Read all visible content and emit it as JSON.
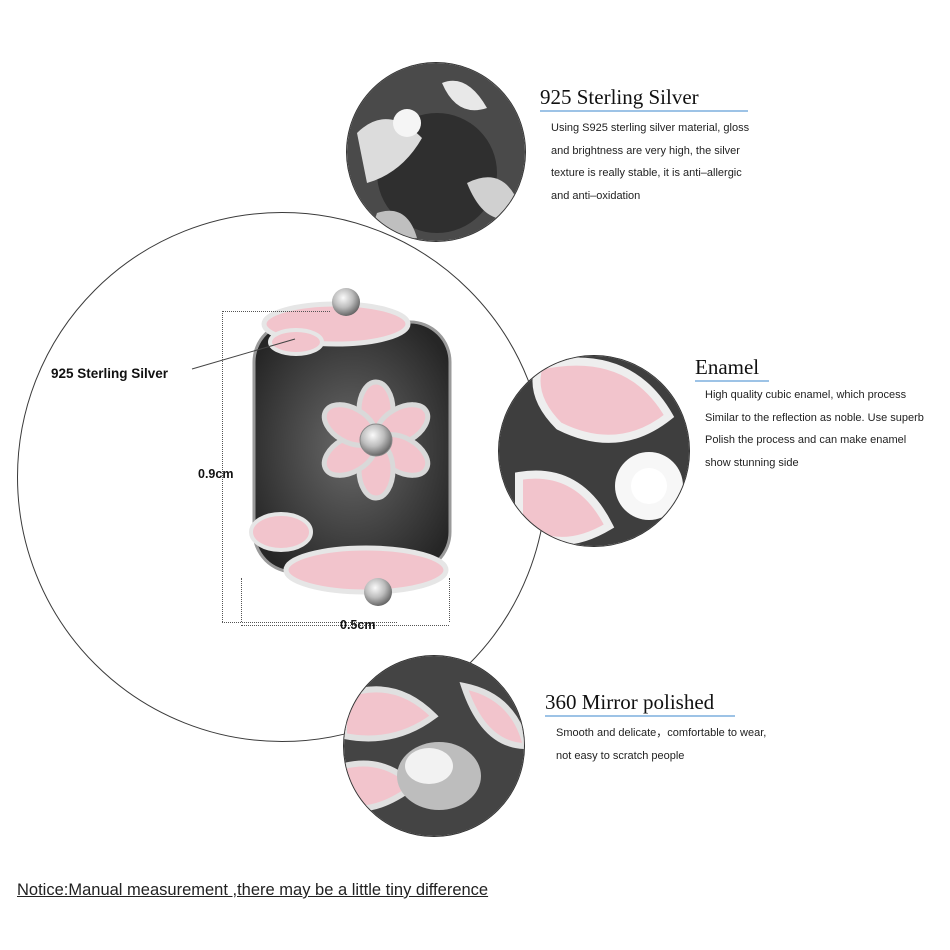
{
  "product": {
    "callout_label": "925 Sterling Silver",
    "height_label": "0.9cm",
    "width_label": "0.5cm"
  },
  "features": [
    {
      "title": "925 Sterling Silver",
      "description": "Using S925 sterling silver material, gloss\nand brightness are very high, the silver\ntexture is really stable, it is anti–allergic\nand anti–oxidation"
    },
    {
      "title": "Enamel",
      "description": "High quality cubic enamel, which process\nSimilar to the reflection as noble. Use superb\nPolish the process and can make enamel\nshow stunning side"
    },
    {
      "title": "360 Mirror polished",
      "description": "Smooth and delicate，comfortable to wear,\nnot easy to scratch people"
    }
  ],
  "notice": "Notice:Manual measurement ,there may be a little tiny  difference",
  "colors": {
    "enamel_pink": "#f2c4cc",
    "silver_light": "#e8e8e8",
    "oxidized_dark": "#3b3b3b",
    "title_underline": "#9dc3e6"
  }
}
